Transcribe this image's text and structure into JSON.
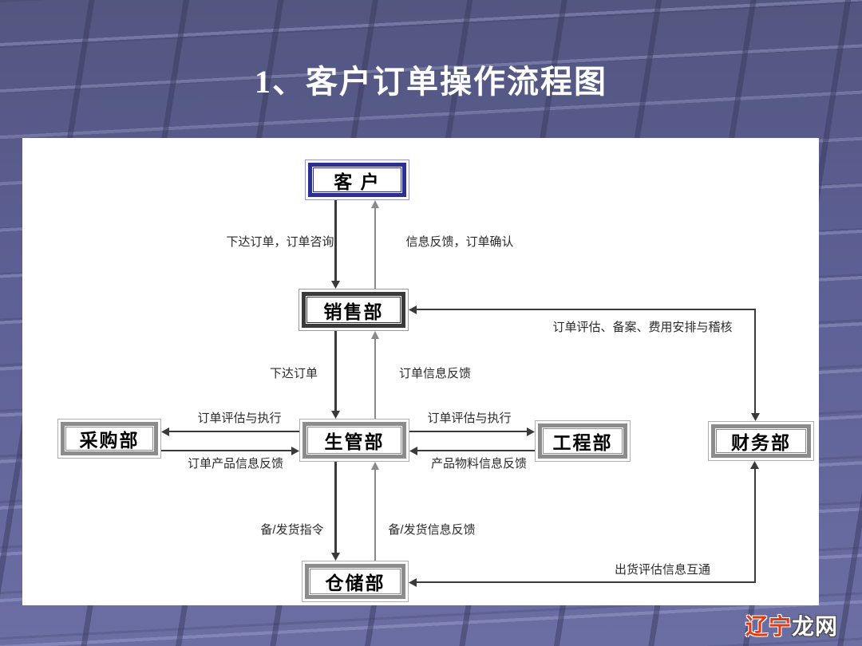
{
  "slide": {
    "title": "1、客户订单操作流程图"
  },
  "watermark": {
    "prefix": "辽宁",
    "suffix": "龙网"
  },
  "colors": {
    "background": "#5e6195",
    "panel": "#ffffff",
    "customer_border": "#2d2f8f",
    "sales_border": "#3a3a3a",
    "dept_border": "#8c8c8c",
    "dark_arrow": "#3a3a3a",
    "gray_arrow": "#8a8a8a",
    "watermark_red": "#e23b12"
  },
  "diagram": {
    "nodes": {
      "customer": {
        "label": "客 户"
      },
      "sales": {
        "label": "销售部"
      },
      "production": {
        "label": "生管部"
      },
      "purchasing": {
        "label": "采购部"
      },
      "engineering": {
        "label": "工程部"
      },
      "finance": {
        "label": "财务部"
      },
      "warehouse": {
        "label": "仓储部"
      }
    },
    "edges": {
      "customer_to_sales": "下达订单，订单咨询",
      "sales_to_customer": "信息反馈，订单确认",
      "finance_to_sales": "订单评估、备案、费用安排与稽核",
      "sales_to_production": "下达订单",
      "production_to_sales": "订单信息反馈",
      "production_to_purchasing": "订单评估与执行",
      "purchasing_to_production": "订单产品信息反馈",
      "production_to_engineering": "订单评估与执行",
      "engineering_to_production": "产品物料信息反馈",
      "production_to_warehouse": "备/发货指令",
      "warehouse_to_production": "备/发货信息反馈",
      "warehouse_finance_exchange": "出货评估信息互通"
    }
  }
}
